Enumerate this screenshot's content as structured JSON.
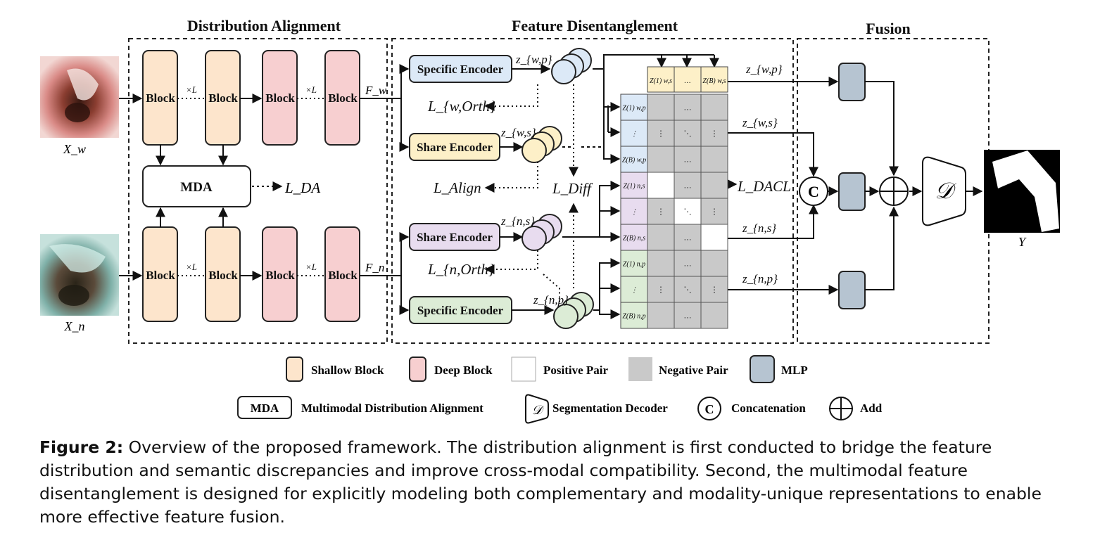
{
  "sections": {
    "alignment": "Distribution Alignment",
    "disentangle": "Feature Disentanglement",
    "fusion": "Fusion"
  },
  "inputs": {
    "white": "X_w",
    "nbi": "X_n",
    "output": "Y"
  },
  "blocks": {
    "block": "Block",
    "repeat": "×L",
    "mda": "MDA"
  },
  "features": {
    "fw": "F_w",
    "fn": "F_n"
  },
  "encoders": {
    "w_specific": "Specific Encoder",
    "w_share": "Share Encoder",
    "n_share": "Share Encoder",
    "n_specific": "Specific Encoder"
  },
  "latents": {
    "zwp": "z_{w,p}",
    "zws": "z_{w,s}",
    "zns": "z_{n,s}",
    "znp": "z_{n,p}"
  },
  "losses": {
    "da": "L_DA",
    "w_orth": "L_{w,Orth}",
    "align": "L_Align",
    "diff": "L_Diff",
    "n_orth": "L_{n,Orth}",
    "dacl": "L_DACL"
  },
  "matrix": {
    "top_headers": [
      "Z(1) w,s",
      "…",
      "Z(B) w,s"
    ],
    "row_labels": [
      "Z(1) w,p",
      "⋮",
      "Z(B) w,p",
      "Z(1) n,s",
      "⋮",
      "Z(B) n,s",
      "Z(1) n,p",
      "⋮",
      "Z(B) n,p"
    ],
    "row_colors": [
      "#dce9f7",
      "#dce9f7",
      "#dce9f7",
      "#e8dcef",
      "#e8dcef",
      "#e8dcef",
      "#dcecd6",
      "#dcecd6",
      "#dcecd6"
    ],
    "cells": [
      [
        "neg",
        "dots",
        "neg"
      ],
      [
        "vdots",
        "ddots",
        "vdots"
      ],
      [
        "neg",
        "dots",
        "neg"
      ],
      [
        "pos",
        "dots",
        "neg"
      ],
      [
        "vdots",
        "ddots_pos",
        "vdots"
      ],
      [
        "neg",
        "dots",
        "pos"
      ],
      [
        "neg",
        "dots",
        "neg"
      ],
      [
        "vdots",
        "ddots",
        "vdots"
      ],
      [
        "neg",
        "dots",
        "neg"
      ]
    ]
  },
  "ops": {
    "concat": "C",
    "add": "⊕",
    "decoder": "𝒟"
  },
  "legend": {
    "shallow": "Shallow Block",
    "deep": "Deep Block",
    "positive": "Positive Pair",
    "negative": "Negative Pair",
    "mlp": "MLP",
    "mda_box": "MDA",
    "mda_desc": "Multimodal Distribution Alignment",
    "decoder": "Segmentation Decoder",
    "concat_sym": "C",
    "concat": "Concatenation",
    "add": "Add"
  },
  "colors": {
    "shallow": "#fde5cc",
    "deep": "#f7cfd0",
    "w_enc": "#dce9f7",
    "share_enc_w": "#fdf0c8",
    "share_enc_n": "#e8dcef",
    "n_enc": "#dcecd6",
    "mlp": "#b6c4d1",
    "negative": "#c9c9c9"
  },
  "caption": {
    "label": "Figure 2:",
    "text": " Overview of the proposed framework. The distribution alignment is first conducted to bridge the feature distribution and semantic discrepancies and improve cross-modal compatibility. Second, the multimodal feature disentanglement is designed for explicitly modeling both complementary and modality-unique representations to enable more effective feature fusion."
  }
}
